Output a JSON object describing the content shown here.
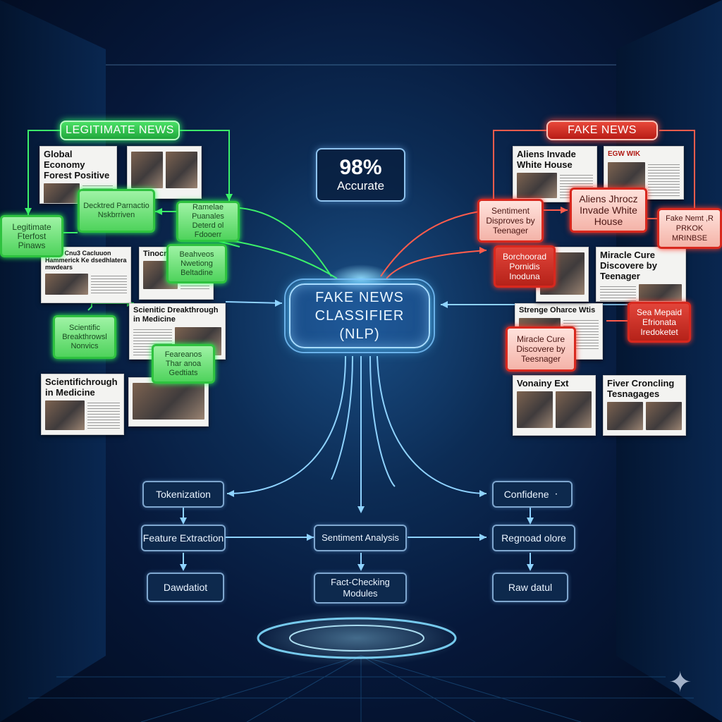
{
  "diagram": {
    "legitimate_label": "LEGITIMATE NEWS",
    "fake_label": "FAKE NEWS",
    "accuracy_value": "98%",
    "accuracy_text": "Accurate",
    "classifier_lines": [
      "FAKE NEWS",
      "CLASSIFIER",
      "(NLP)"
    ],
    "legit_articles": [
      {
        "headline": "Global Economy Forest Positive"
      },
      {
        "headline": ""
      },
      {
        "headline": "Recnt Cnu3 Cacluuon Hammerick Ke dsedhlatera mwdears"
      },
      {
        "headline": "Tinocr Tekeethrio"
      },
      {
        "headline": "Scienitic Dreakthrough in Medicine"
      },
      {
        "headline": "Scientifichrough in Medicine"
      },
      {
        "headline": ""
      }
    ],
    "legit_tags": [
      {
        "text": "Decktred Parnactio Nskbrriven"
      },
      {
        "text": "Ramelae Puanales Deterd ol Fdooerr"
      },
      {
        "text": "Legitimate Fterfost Pinaws"
      },
      {
        "text": "Beahveos Nwetiong Beltadine"
      },
      {
        "text": "Scientific Breakthrowsl Nonvics"
      },
      {
        "text": "Feareanos Thar anoa Gedtiats"
      }
    ],
    "fake_articles": [
      {
        "headline": "Aliens Invade White House"
      },
      {
        "headline": "EGW WIK"
      },
      {
        "headline": "Miracle Cure Discovere by Teenager"
      },
      {
        "headline": "Strenge Oharce Wtis"
      },
      {
        "headline": "Vonainy Ext"
      },
      {
        "headline": "Fiver Croncling Tesnagages"
      },
      {
        "headline": ""
      }
    ],
    "fake_tags": [
      {
        "text": "Sentiment Disproves by Teenager"
      },
      {
        "text": "Aliens Jhrocz Invade White House"
      },
      {
        "text": "Fake Nemt ,R PRKOK MRINBSE"
      },
      {
        "text": "Borchoorad Pornidis Inoduna"
      },
      {
        "text": "Sea Mepaid Efrionata Iredoketet"
      },
      {
        "text": "Miracle Cure Discovere by Teesnager"
      }
    ],
    "pipeline": [
      {
        "label": "Tokenization"
      },
      {
        "label": "Confidene ㆍ"
      },
      {
        "label": "Feature Extraction"
      },
      {
        "label": "Sentiment Analysis"
      },
      {
        "label": "Regnoad olore"
      },
      {
        "label": "Dawdatiot"
      },
      {
        "label": "Fact-Checking Modules"
      },
      {
        "label": "Raw datul"
      }
    ],
    "colors": {
      "legit": "#2ec23f",
      "fake": "#d8281e",
      "flow": "#8fd3ff"
    }
  }
}
